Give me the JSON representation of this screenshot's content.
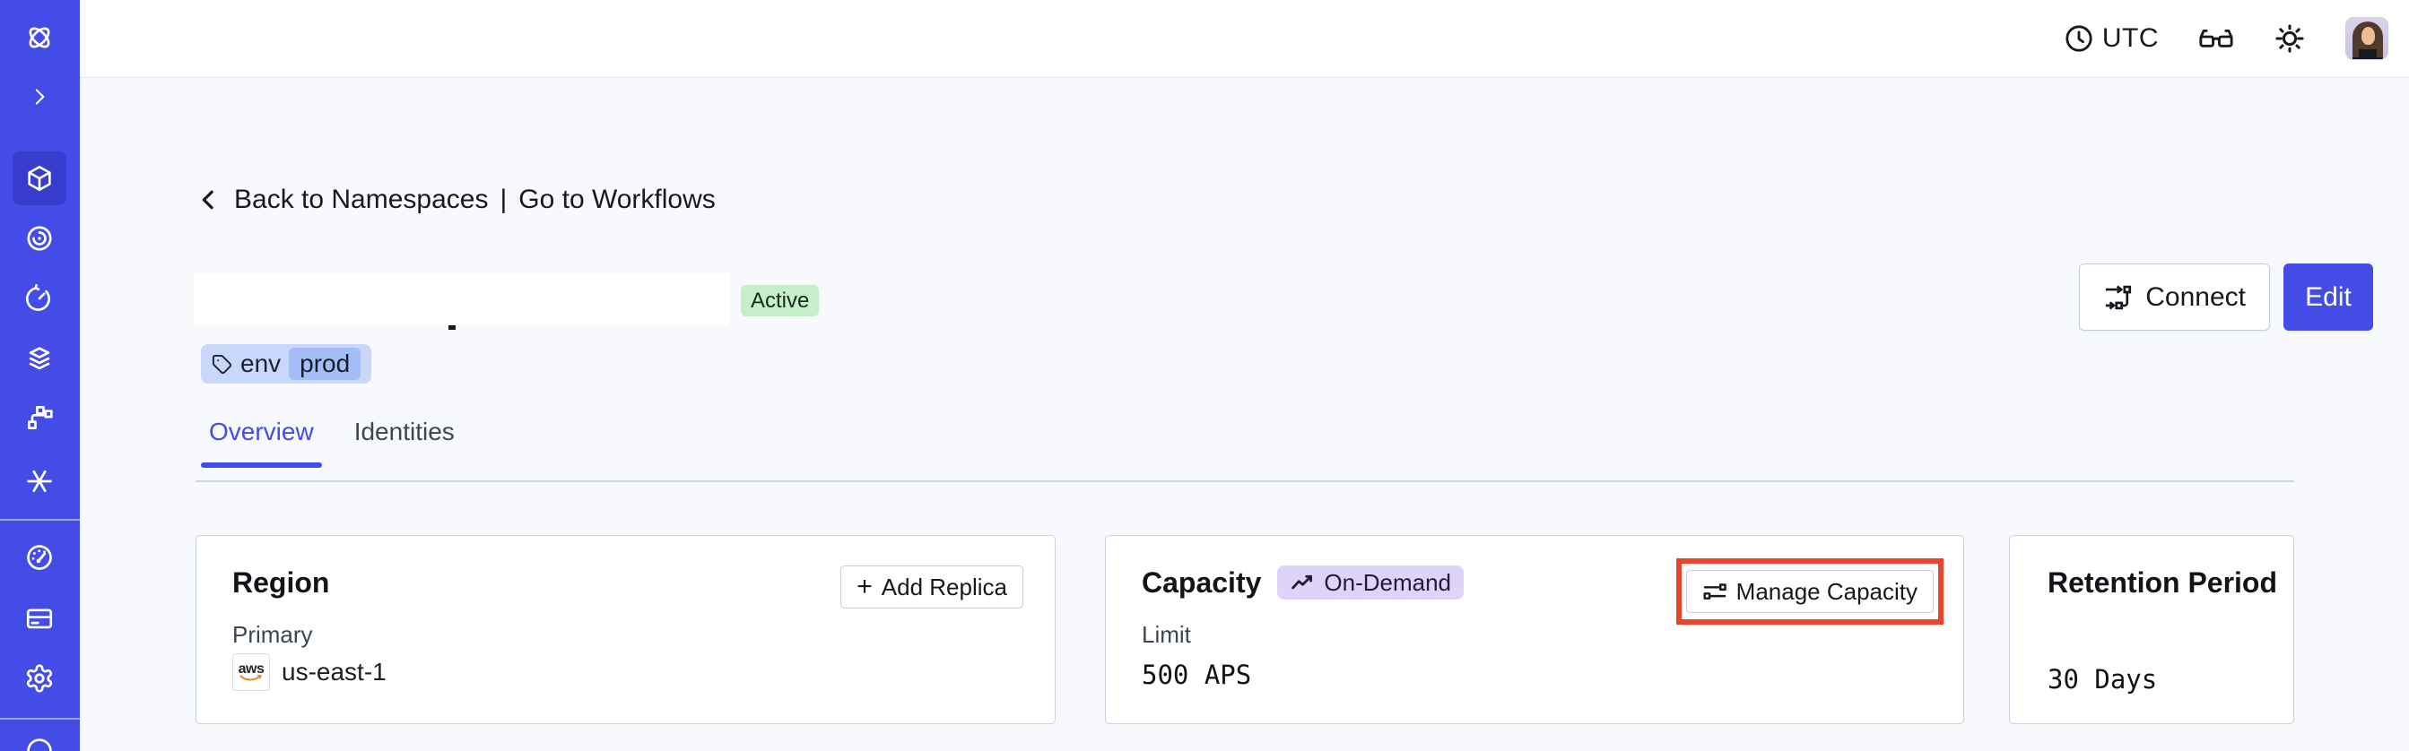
{
  "topbar": {
    "timezone": "UTC",
    "icons": [
      "clock-icon",
      "reader-glasses-icon",
      "brightness-icon",
      "user-avatar"
    ]
  },
  "sidebar": {
    "icons": [
      {
        "name": "temporal-logo",
        "active": false
      },
      {
        "name": "expand-chevron-icon",
        "active": false
      },
      {
        "name": "namespaces-icon",
        "active": true
      },
      {
        "name": "workflows-spiral-icon",
        "active": false
      },
      {
        "name": "schedules-timer-icon",
        "active": false
      },
      {
        "name": "deployments-layers-icon",
        "active": false
      },
      {
        "name": "batch-branch-icon",
        "active": false
      },
      {
        "name": "nexus-asterisk-icon",
        "active": false
      },
      {
        "name": "usage-gauge-icon",
        "active": false
      },
      {
        "name": "billing-card-icon",
        "active": false
      },
      {
        "name": "settings-gear-icon",
        "active": false
      },
      {
        "name": "partial-bottom-icon",
        "active": false
      }
    ]
  },
  "breadcrumb": {
    "back": "Back to Namespaces",
    "separator": "|",
    "forward": "Go to Workflows"
  },
  "namespace": {
    "status": "Active",
    "tag_key": "env",
    "tag_value": "prod"
  },
  "actions": {
    "connect": "Connect",
    "edit": "Edit"
  },
  "tabs": [
    {
      "label": "Overview",
      "active": true
    },
    {
      "label": "Identities",
      "active": false
    }
  ],
  "cards": {
    "region": {
      "title": "Region",
      "plus": "+",
      "add_replica": "Add Replica",
      "label": "Primary",
      "provider": "aws",
      "value": "us-east-1"
    },
    "capacity": {
      "title": "Capacity",
      "badge": "On-Demand",
      "manage": "Manage Capacity",
      "label": "Limit",
      "value": "500 APS"
    },
    "retention": {
      "title": "Retention Period",
      "value": "30 Days"
    }
  },
  "colors": {
    "accent": "#444ce7",
    "sidebar": "#444ce7",
    "sidebar_active": "#373ccc",
    "status_active_bg": "#c6eecb",
    "tag_bg": "#c8d7fa",
    "tag_chip_bg": "#a5bdf6",
    "on_demand_bg": "#ded3f9",
    "highlight_red": "#e8432b",
    "aws_orange": "#e98b22"
  }
}
